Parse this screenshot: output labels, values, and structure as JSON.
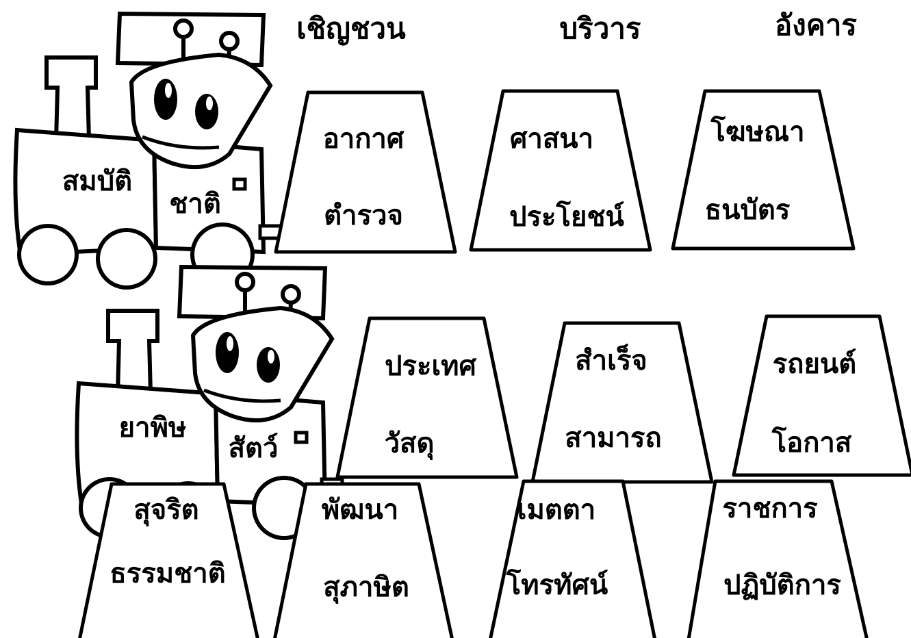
{
  "header_words": [
    "เชิญชวน",
    "บริวาร",
    "อังคาร"
  ],
  "trains": [
    {
      "words": [
        "สมบัติ",
        "ชาติ"
      ]
    },
    {
      "words": [
        "ยาพิษ",
        "สัตว์"
      ]
    }
  ],
  "cars": [
    {
      "words": [
        "อากาศ",
        "ตำรวจ"
      ]
    },
    {
      "words": [
        "ศาสนา",
        "ประโยชน์"
      ]
    },
    {
      "words": [
        "โฆษณา",
        "ธนบัตร"
      ]
    },
    {
      "words": [
        "ประเทศ",
        "วัสดุ"
      ]
    },
    {
      "words": [
        "สำเร็จ",
        "สามารถ"
      ]
    },
    {
      "words": [
        "รถยนต์",
        "โอกาส"
      ]
    },
    {
      "words": [
        "สุจริต",
        "ธรรมชาติ"
      ]
    },
    {
      "words": [
        "พัฒนา",
        "สุภาษิต"
      ]
    },
    {
      "words": [
        "เมตตา",
        "โทรทัศน์"
      ]
    },
    {
      "words": [
        "ราชการ",
        "ปฏิบัติการ"
      ]
    }
  ]
}
